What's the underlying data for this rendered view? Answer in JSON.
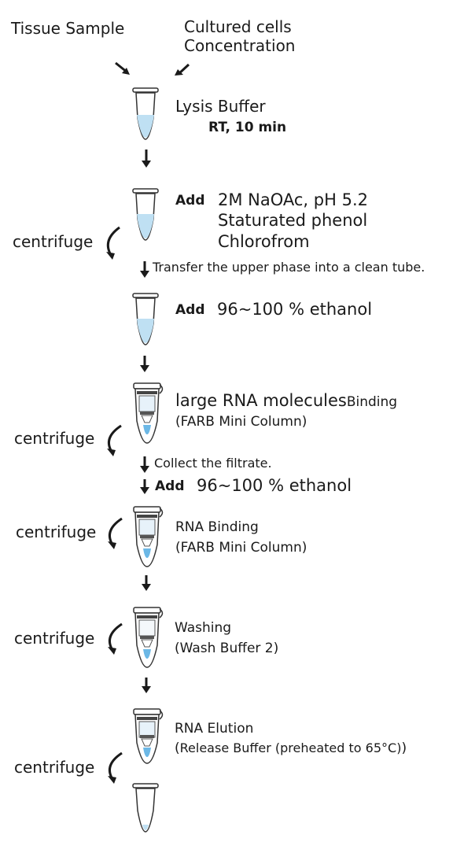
{
  "inputs": {
    "tissue": "Tissue Sample",
    "cells_line1": "Cultured cells",
    "cells_line2": "Concentration"
  },
  "step1": {
    "reagent": "Lysis Buffer",
    "condition": "RT, 10 min"
  },
  "step2": {
    "add": "Add",
    "line1": "2M NaOAc, pH 5.2",
    "line2": "Staturated phenol",
    "line3": "Chlorofrom",
    "centrifuge": "centrifuge",
    "transfer_note": "Transfer the upper phase into a clean tube."
  },
  "step3": {
    "add": "Add",
    "reagent": "96~100 % ethanol"
  },
  "step4": {
    "title": "large RNA molecules",
    "title_suffix": "Binding",
    "column": "(FARB Mini Column)",
    "centrifuge": "centrifuge",
    "note": "Collect the filtrate."
  },
  "step5": {
    "add": "Add",
    "reagent": "96~100 % ethanol"
  },
  "step6": {
    "title": "RNA Binding",
    "column": "(FARB Mini Column)",
    "centrifuge": "centrifuge"
  },
  "step7": {
    "title": "Washing",
    "buffer": "(Wash Buffer 2)",
    "centrifuge": "centrifuge"
  },
  "step8": {
    "title": "RNA Elution",
    "paren_open": "(",
    "buffer": "Release Buffer (preheated to 65°C)",
    "paren_close": ")",
    "centrifuge": "centrifuge"
  },
  "colors": {
    "liquid": "#bfe0f3",
    "liquid_dark": "#6cb8e6",
    "ink": "#1a1a1a"
  }
}
